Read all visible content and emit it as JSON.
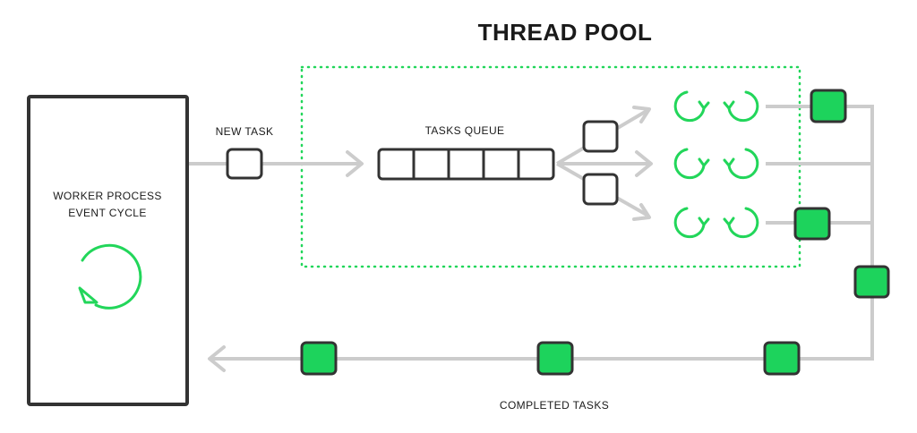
{
  "title": "THREAD POOL",
  "worker": {
    "line1": "WORKER PROCESS",
    "line2": "EVENT CYCLE"
  },
  "labels": {
    "new_task": "NEW TASK",
    "tasks_queue": "TASKS QUEUE",
    "completed_tasks": "COMPLETED TASKS"
  },
  "queue_slots": 5,
  "threads": 6,
  "colors": {
    "accent": "#1dd35c",
    "connector": "#cccccc",
    "outline": "#333333"
  }
}
